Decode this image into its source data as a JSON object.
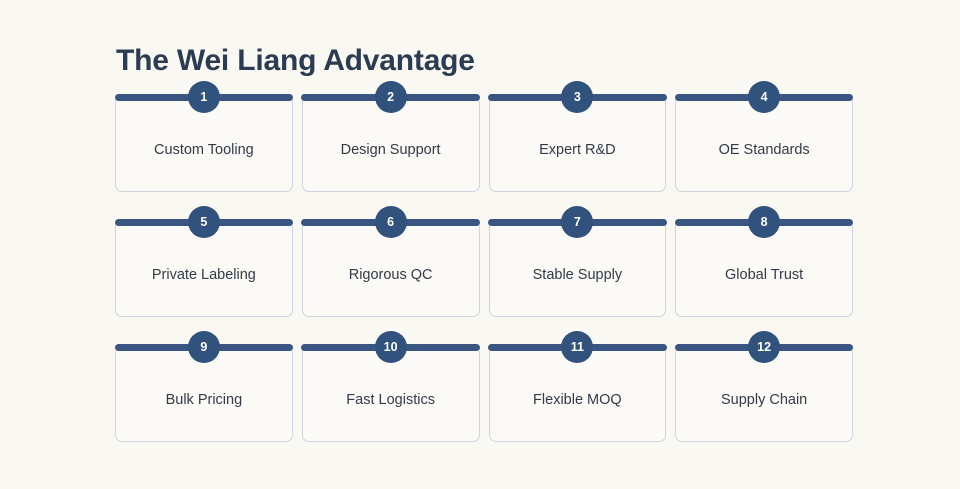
{
  "page": {
    "title": "The Wei Liang Advantage",
    "background_color": "#faf8f3",
    "title_color": "#2b3c52",
    "accent_color": "#3a5581",
    "badge_color": "#31527d",
    "card_background": "#fbfaf6",
    "card_border_color": "#ccd4de",
    "label_color": "#333b47"
  },
  "cards": [
    {
      "number": "1",
      "label": "Custom Tooling"
    },
    {
      "number": "2",
      "label": "Design Support"
    },
    {
      "number": "3",
      "label": "Expert R&D"
    },
    {
      "number": "4",
      "label": "OE Standards"
    },
    {
      "number": "5",
      "label": "Private Labeling"
    },
    {
      "number": "6",
      "label": "Rigorous QC"
    },
    {
      "number": "7",
      "label": "Stable Supply"
    },
    {
      "number": "8",
      "label": "Global Trust"
    },
    {
      "number": "9",
      "label": "Bulk Pricing"
    },
    {
      "number": "10",
      "label": "Fast Logistics"
    },
    {
      "number": "11",
      "label": "Flexible MOQ"
    },
    {
      "number": "12",
      "label": "Supply Chain"
    }
  ]
}
